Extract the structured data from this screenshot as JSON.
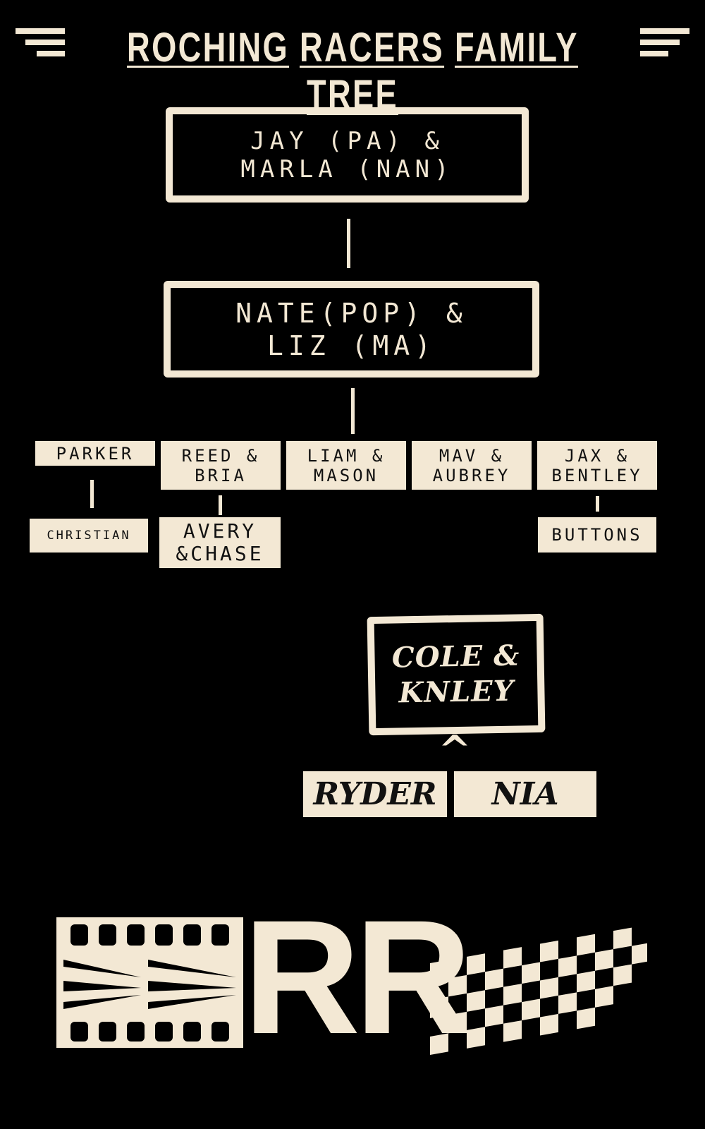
{
  "title": {
    "words": [
      "ROCHING",
      "RACERS",
      "FAMILY",
      "TREE"
    ]
  },
  "generation1": {
    "line1": "JAY (PA) &",
    "line2": "MARLA (NAN)"
  },
  "generation2": {
    "line1": "NATE(POP) &",
    "line2": "LIZ (MA)"
  },
  "children": [
    {
      "line1": "PARKER",
      "line2": ""
    },
    {
      "line1": "REED &",
      "line2": "BRIA"
    },
    {
      "line1": "LIAM &",
      "line2": "MASON"
    },
    {
      "line1": "MAV &",
      "line2": "AUBREY"
    },
    {
      "line1": "JAX &",
      "line2": "BENTLEY"
    }
  ],
  "grandchildren": [
    {
      "line1": "CHRISTIAN",
      "line2": ""
    },
    {
      "line1": "AVERY",
      "line2": "&CHASE"
    },
    {
      "line1": "BUTTONS",
      "line2": ""
    }
  ],
  "branch": {
    "line1": "COLE &",
    "line2": "KNLEY",
    "caret": "^",
    "kids": [
      "RYDER",
      "NIA"
    ]
  },
  "logo": {
    "text": "RR"
  },
  "colors": {
    "background": "#000000",
    "cream": "#f3e8d4"
  }
}
